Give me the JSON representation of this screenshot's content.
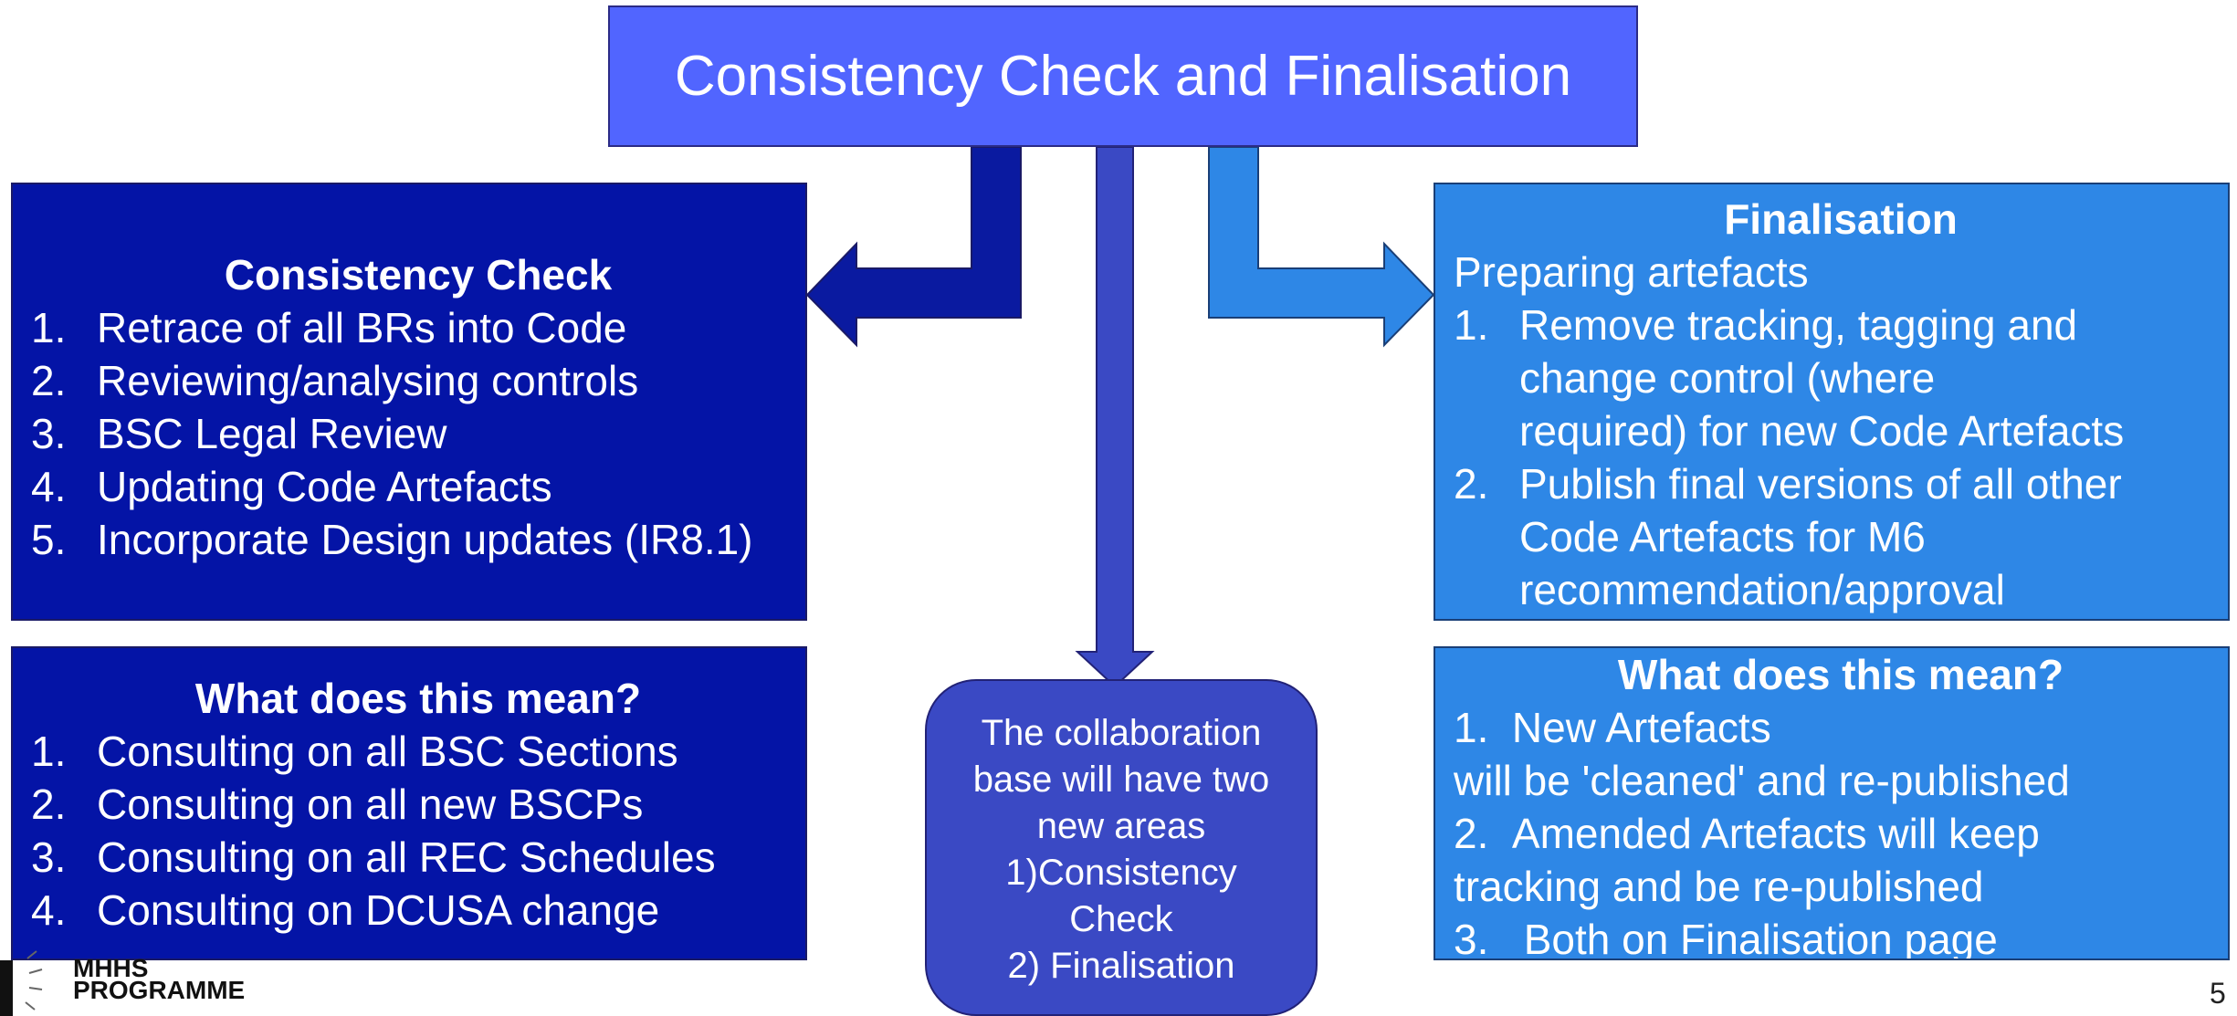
{
  "title": "Consistency Check and Finalisation",
  "consistency_check": {
    "heading": "Consistency Check",
    "items": [
      {
        "num": "1.",
        "text": "Retrace of all BRs into Code"
      },
      {
        "num": "2.",
        "text": "Reviewing/analysing controls"
      },
      {
        "num": "3.",
        "text": "BSC Legal Review"
      },
      {
        "num": "4.",
        "text": "Updating Code Artefacts"
      },
      {
        "num": "5.",
        "text": "Incorporate Design updates (IR8.1)"
      }
    ]
  },
  "consistency_meaning": {
    "heading": "What does this mean?",
    "items": [
      {
        "num": "1.",
        "text": "Consulting on all BSC Sections"
      },
      {
        "num": "2.",
        "text": "Consulting on all new BSCPs"
      },
      {
        "num": "3.",
        "text": "Consulting on all REC Schedules"
      },
      {
        "num": "4.",
        "text": "Consulting on DCUSA change"
      }
    ]
  },
  "collaboration": {
    "lines": [
      "The collaboration",
      "base will have two",
      "new areas",
      "1)Consistency",
      "Check",
      "2) Finalisation"
    ]
  },
  "finalisation": {
    "heading": "Finalisation",
    "subheading": "Preparing artefacts",
    "items": [
      {
        "num": "1.",
        "lines": [
          "Remove tracking, tagging and",
          "change control (where",
          "required) for new Code Artefacts"
        ]
      },
      {
        "num": "2.",
        "lines": [
          "Publish final versions of all other",
          "Code Artefacts for M6",
          "recommendation/approval"
        ]
      }
    ]
  },
  "finalisation_meaning": {
    "heading": "What does this mean?",
    "lines": [
      "1.  New Artefacts",
      "will be 'cleaned' and re-published",
      "2.  Amended Artefacts will keep",
      "tracking and be re-published",
      "3.   Both on Finalisation page"
    ]
  },
  "logo": {
    "line1": "MHHS",
    "line2": "PROGRAMME"
  },
  "page_number": "5",
  "colors": {
    "title_bg": "#5165ff",
    "dark_box": "#0414a6",
    "light_box": "#2e87e6",
    "collab_box": "#3a49c4"
  }
}
